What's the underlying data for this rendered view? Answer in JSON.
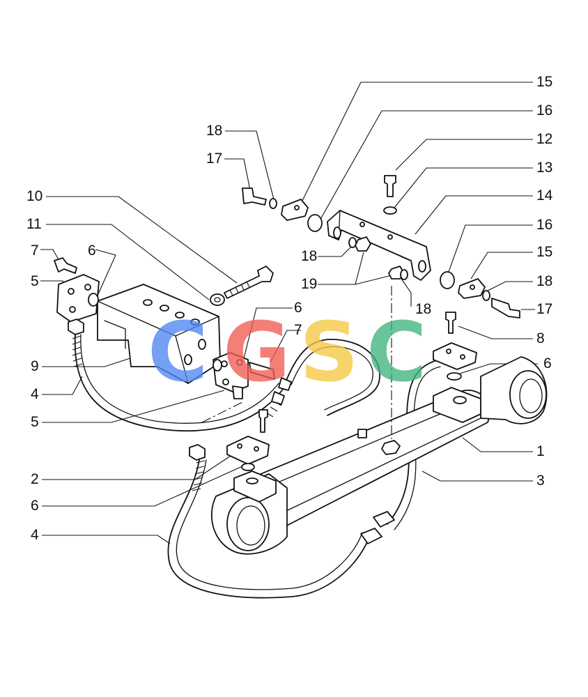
{
  "labels": [
    {
      "id": "15a",
      "text": "15"
    },
    {
      "id": "16a",
      "text": "16"
    },
    {
      "id": "18a",
      "text": "18"
    },
    {
      "id": "12",
      "text": "12"
    },
    {
      "id": "17a",
      "text": "17"
    },
    {
      "id": "13",
      "text": "13"
    },
    {
      "id": "10",
      "text": "10"
    },
    {
      "id": "14",
      "text": "14"
    },
    {
      "id": "11",
      "text": "11"
    },
    {
      "id": "16b",
      "text": "16"
    },
    {
      "id": "7a",
      "text": "7"
    },
    {
      "id": "6a",
      "text": "6"
    },
    {
      "id": "15b",
      "text": "15"
    },
    {
      "id": "18b",
      "text": "18"
    },
    {
      "id": "5a",
      "text": "5"
    },
    {
      "id": "18c",
      "text": "18"
    },
    {
      "id": "19",
      "text": "19"
    },
    {
      "id": "17b",
      "text": "17"
    },
    {
      "id": "18d",
      "text": "18"
    },
    {
      "id": "6b",
      "text": "6"
    },
    {
      "id": "7b",
      "text": "7"
    },
    {
      "id": "8",
      "text": "8"
    },
    {
      "id": "9",
      "text": "9"
    },
    {
      "id": "6c",
      "text": "6"
    },
    {
      "id": "4a",
      "text": "4"
    },
    {
      "id": "5b",
      "text": "5"
    },
    {
      "id": "1",
      "text": "1"
    },
    {
      "id": "2",
      "text": "2"
    },
    {
      "id": "3",
      "text": "3"
    },
    {
      "id": "6d",
      "text": "6"
    },
    {
      "id": "4b",
      "text": "4"
    }
  ],
  "watermark": {
    "letters": [
      {
        "char": "C",
        "color": "#4f86f0"
      },
      {
        "char": "G",
        "color": "#f25c54"
      },
      {
        "char": "S",
        "color": "#f5c842"
      },
      {
        "char": "C",
        "color": "#3fb37f"
      }
    ]
  }
}
